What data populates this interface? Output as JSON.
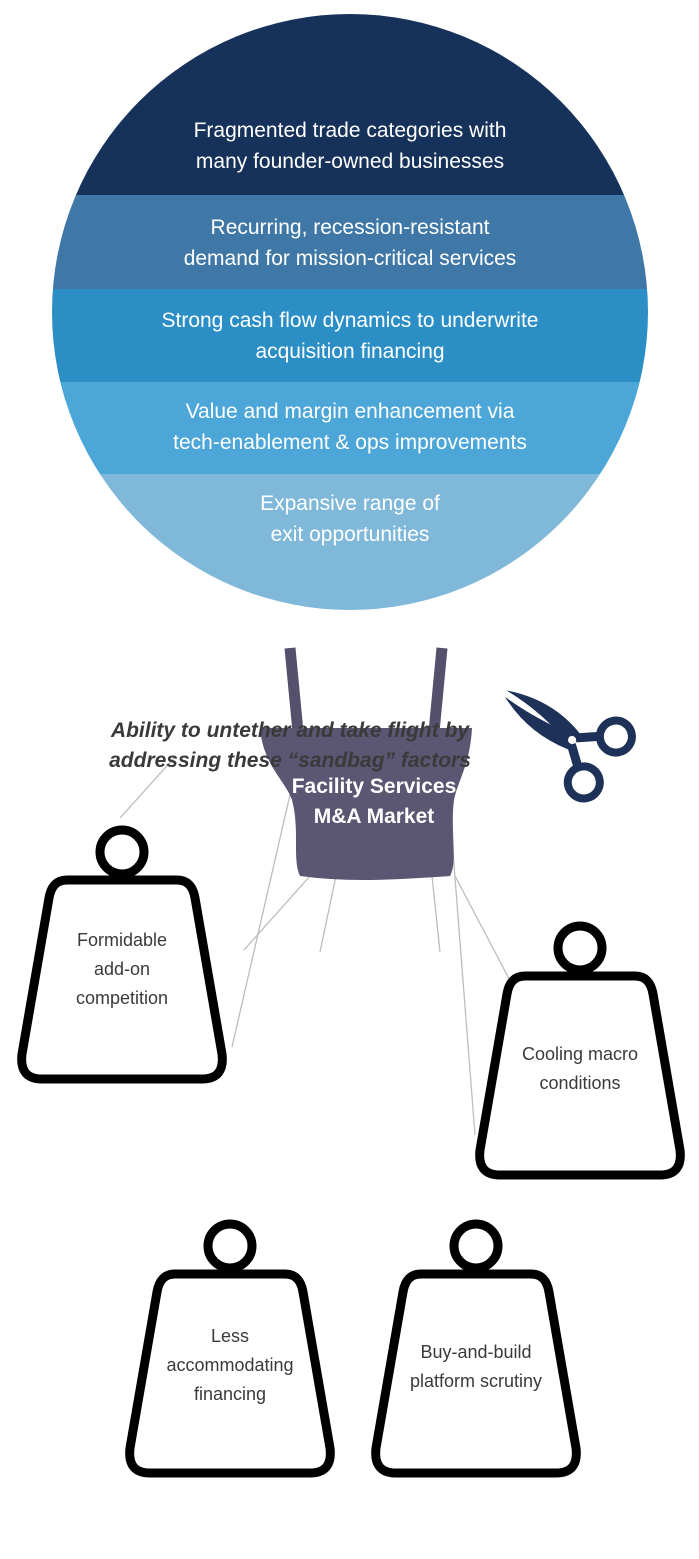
{
  "balloon": {
    "bands": [
      {
        "line1": "Fragmented trade categories with",
        "line2": "many founder-owned businesses",
        "color": "#17325a"
      },
      {
        "line1": "Recurring, recession-resistant",
        "line2": "demand for mission-critical services",
        "color": "#3f78a6"
      },
      {
        "line1": "Strong cash flow dynamics to underwrite",
        "line2": "acquisition financing",
        "color": "#2b8fc6"
      },
      {
        "line1": "Value and margin enhancement via",
        "line2": "tech-enablement & ops improvements",
        "color": "#4ca6d7"
      },
      {
        "line1": "Expansive range of",
        "line2": "exit opportunities",
        "color": "#7fb8d8"
      }
    ]
  },
  "basket": {
    "line1": "Facility Services",
    "line2": "M&A Market",
    "color": "#5b5672"
  },
  "tagline": {
    "line1": "Ability to untether and take flight by",
    "line2": "addressing these “sandbag” factors"
  },
  "weights": [
    {
      "lines": [
        "Formidable",
        "add-on",
        "competition"
      ]
    },
    {
      "lines": [
        "Less",
        "accommodating",
        "financing"
      ]
    },
    {
      "lines": [
        "Buy-and-build",
        "platform scrutiny"
      ]
    },
    {
      "lines": [
        "Cooling macro",
        "conditions"
      ]
    }
  ],
  "icons": {
    "scissors": "scissors-icon"
  },
  "colors": {
    "rope": "#bdbdbd",
    "weight_outline": "#000000",
    "scissors": "#1e3158"
  }
}
